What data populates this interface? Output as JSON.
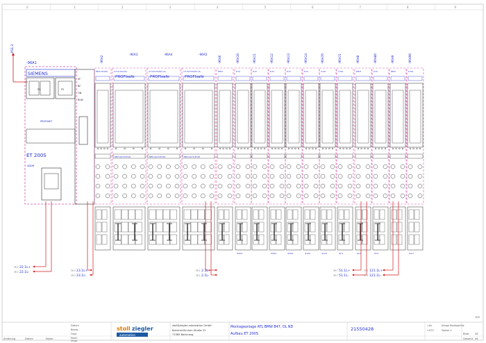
{
  "colors": {
    "frame": "#b9b9b9",
    "line": "#2a2a2a",
    "accent_blue": "#1f2bd1",
    "wire_red": "#d01818",
    "pink_dash": "#d34ba8",
    "logo_orange": "#e07a00",
    "logo_blue": "#1c59a3"
  },
  "top_ruler": [
    "0",
    "1",
    "2",
    "3",
    "4",
    "5",
    "6",
    "7",
    "8",
    "9"
  ],
  "power_feed": {
    "label": "-PS1:2"
  },
  "headmodule": {
    "tag": "-96A1",
    "brand": "SIEMENS",
    "name": "ET 200S",
    "profinet": "PROFINET",
    "small_labels": [
      "P1",
      "P2",
      "SF",
      "BF",
      "ON",
      "RUN"
    ],
    "addr": "ADDR"
  },
  "tags_top": [
    "-96A2",
    "-96A3",
    "-96A4",
    "-96A5",
    "-96A6",
    "-96A10",
    "-96A11",
    "-96A12",
    "-96A13",
    "-96A14",
    "-96A70",
    "-96A71",
    "-96A8",
    "-96A80",
    "-96A9",
    "-96A90"
  ],
  "profisafe_labels": [
    "PROFIsafe",
    "PROFIsafe",
    "PROFIsafe"
  ],
  "module_headers": [
    "PM-E DC24V",
    "4 F-DI DC24V",
    "4 F-DO DC24V 2A",
    "4 F-DO DC24V 2A",
    "PM-E",
    "8 DI",
    "8 DI",
    "8 DI",
    "8 DI",
    "8 DI",
    "4 DO",
    "4 DO",
    "PM-E",
    "8 DI",
    "PM-E",
    "8 DO"
  ],
  "row_labels": [
    "BE5T-20 HT-ET-2H",
    "BE5T-20 HT-ET-2H",
    "BE5T-20 HT-ET-2H"
  ],
  "addr_labels": [
    "I100.0",
    "I108.0",
    "I108.0",
    "I110.0",
    "I112.0",
    "Q1.0",
    "Q2.0",
    "Q3.0",
    "I14.0"
  ],
  "wire_labels": [
    {
      "ref": "26.2",
      "text": "22.1L+"
    },
    {
      "ref": "26.2",
      "text": "22.1L-"
    },
    {
      "ref": "26.3",
      "text": "23.1L+"
    },
    {
      "ref": "26.3",
      "text": "23.1L-"
    },
    {
      "ref": "26.1",
      "text": "2.1L+"
    },
    {
      "ref": "26.1",
      "text": "2.1L-"
    },
    {
      "ref": "26.7",
      "text": "51.1L+"
    },
    {
      "ref": "26.7",
      "text": "51.1L-"
    },
    {
      "ref": "27.1",
      "text": "121.1L+"
    },
    {
      "ref": "27.1",
      "text": "121.1L-"
    }
  ],
  "title_block": {
    "rows_left": [
      "Datum",
      "Bearb.",
      "Gepr.",
      "Norm"
    ],
    "rows_bottom": [
      "Änderung",
      "Datum",
      "Name",
      "Urspr."
    ],
    "company_logo_1": "stoll",
    "company_logo_2": "ziegler",
    "company_logo_sub": "automation",
    "company_name": "stoll&ziegler automation GmbH",
    "company_addr_1": "Bahnhof-Kirchen-Straße 31",
    "company_addr_2": "71569 Backnang",
    "project_line": "Montageanlage ATL BMW B47, OL ND",
    "subtitle": "Aufbau  ET 200S",
    "drawing_no": "21550428",
    "right_keys": [
      "=AL",
      "+ST2"
    ],
    "right_vals": [
      "Anlage Montagelinie",
      "Station 2"
    ],
    "sheet_key": "Blatt",
    "sheet_no": "26",
    "total_key": "Gesamt",
    "total_no": "44",
    "page_ref": "100"
  }
}
